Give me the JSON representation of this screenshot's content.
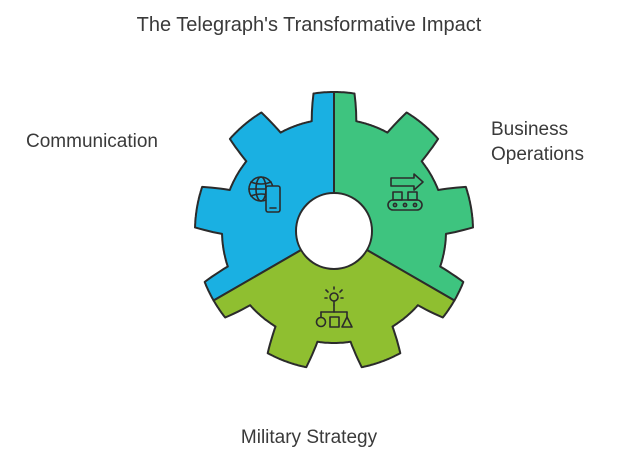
{
  "title": "The Telegraph's Transformative Impact",
  "segments": [
    {
      "label": "Communication",
      "color": "#1ab0e2",
      "icon": "globe-phone-icon"
    },
    {
      "label_lines": [
        "Business",
        "Operations"
      ],
      "color": "#3ec47f",
      "icon": "conveyor-icon"
    },
    {
      "label": "Military Strategy",
      "color": "#8fbf30",
      "icon": "strategy-icon"
    }
  ],
  "colors": {
    "stroke": "#2b2b2b",
    "text": "#3a3a3a",
    "background": "#ffffff"
  }
}
